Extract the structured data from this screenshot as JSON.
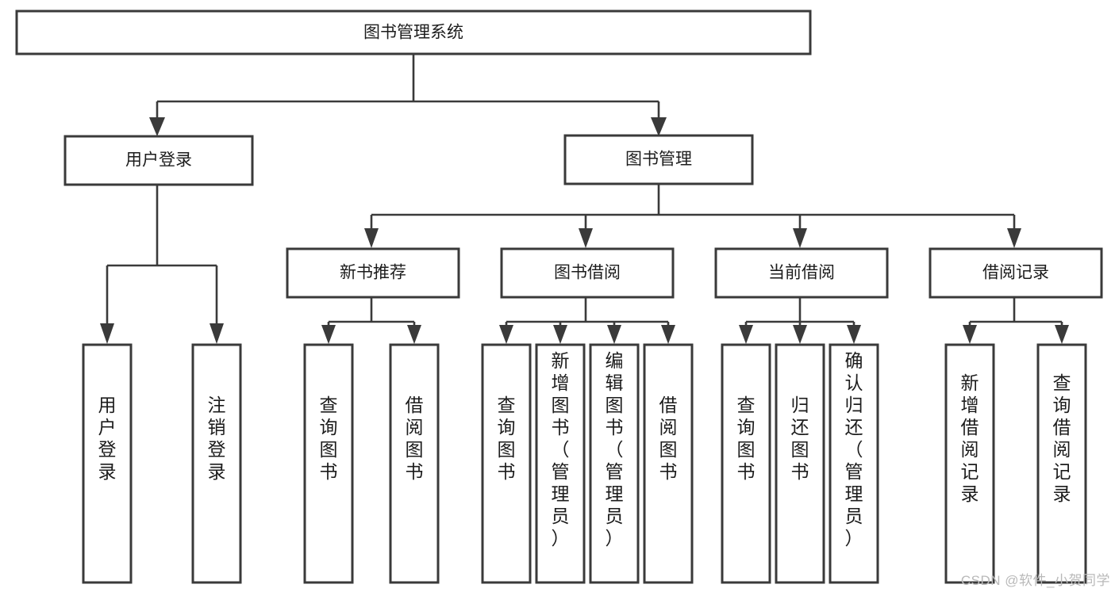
{
  "diagram": {
    "type": "tree",
    "title": "图书管理系统",
    "orientation": "top-down",
    "watermark": "CSDN @软件_小贺同学",
    "colors": {
      "box_stroke": "#3a3a3a",
      "box_fill": "#ffffff",
      "connector": "#3a3a3a",
      "text": "#1c1c1c",
      "watermark": "#b9b9b9",
      "background": "#ffffff"
    },
    "nodes": {
      "root": {
        "label": "图书管理系统"
      },
      "level2": [
        {
          "id": "user-login",
          "label": "用户登录"
        },
        {
          "id": "book-management",
          "label": "图书管理"
        }
      ],
      "level3": [
        {
          "id": "new-book-recommend",
          "label": "新书推荐"
        },
        {
          "id": "book-borrow",
          "label": "图书借阅"
        },
        {
          "id": "current-borrow",
          "label": "当前借阅"
        },
        {
          "id": "borrow-record",
          "label": "借阅记录"
        }
      ],
      "leaves": {
        "user-login": [
          {
            "id": "user-login-action",
            "label": "用户登录"
          },
          {
            "id": "user-logout-action",
            "label": "注销登录"
          }
        ],
        "new-book-recommend": [
          {
            "id": "query-book-1",
            "label": "查询图书"
          },
          {
            "id": "borrow-book-1",
            "label": "借阅图书"
          }
        ],
        "book-borrow": [
          {
            "id": "query-book-2",
            "label": "查询图书"
          },
          {
            "id": "add-book",
            "label": "新增图书（管理员）"
          },
          {
            "id": "edit-book",
            "label": "编辑图书（管理员）"
          },
          {
            "id": "borrow-book-2",
            "label": "借阅图书"
          }
        ],
        "current-borrow": [
          {
            "id": "query-book-3",
            "label": "查询图书"
          },
          {
            "id": "return-book",
            "label": "归还图书"
          },
          {
            "id": "confirm-return",
            "label": "确认归还（管理员）"
          }
        ],
        "borrow-record": [
          {
            "id": "add-borrow-record",
            "label": "新增借阅记录"
          },
          {
            "id": "query-borrow-record",
            "label": "查询借阅记录"
          }
        ]
      }
    }
  }
}
